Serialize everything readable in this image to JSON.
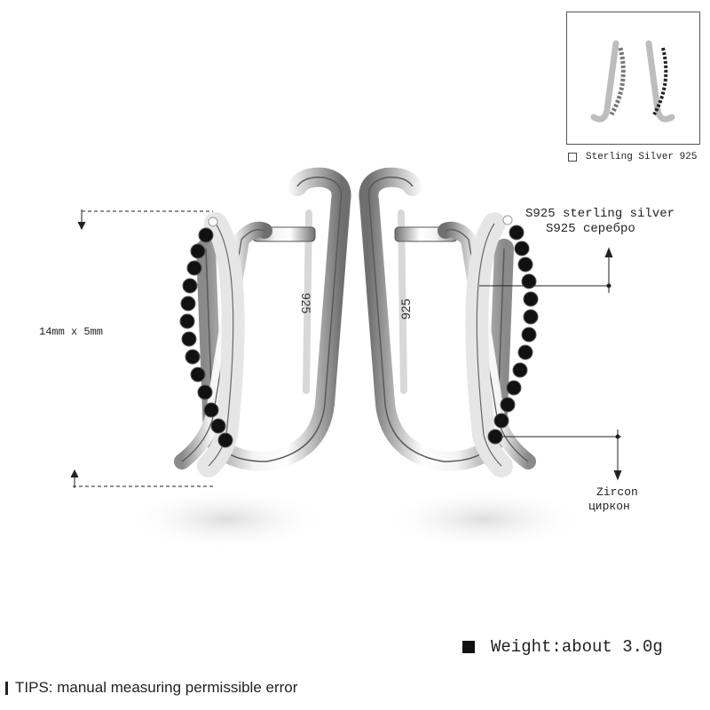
{
  "thumbnail": {
    "caption": "Sterling Silver 925"
  },
  "dimensions": {
    "size_text": "14mm x 5mm"
  },
  "material_labels": {
    "line1": "S925 sterling silver",
    "line2": "S925 серебро"
  },
  "stone_labels": {
    "line1": "Zircon",
    "line2": "циркон"
  },
  "engraving": {
    "stamp": "925"
  },
  "weight": {
    "text": "Weight:about 3.0g"
  },
  "tips": {
    "text": "TIPS: manual measuring permissible error"
  }
}
